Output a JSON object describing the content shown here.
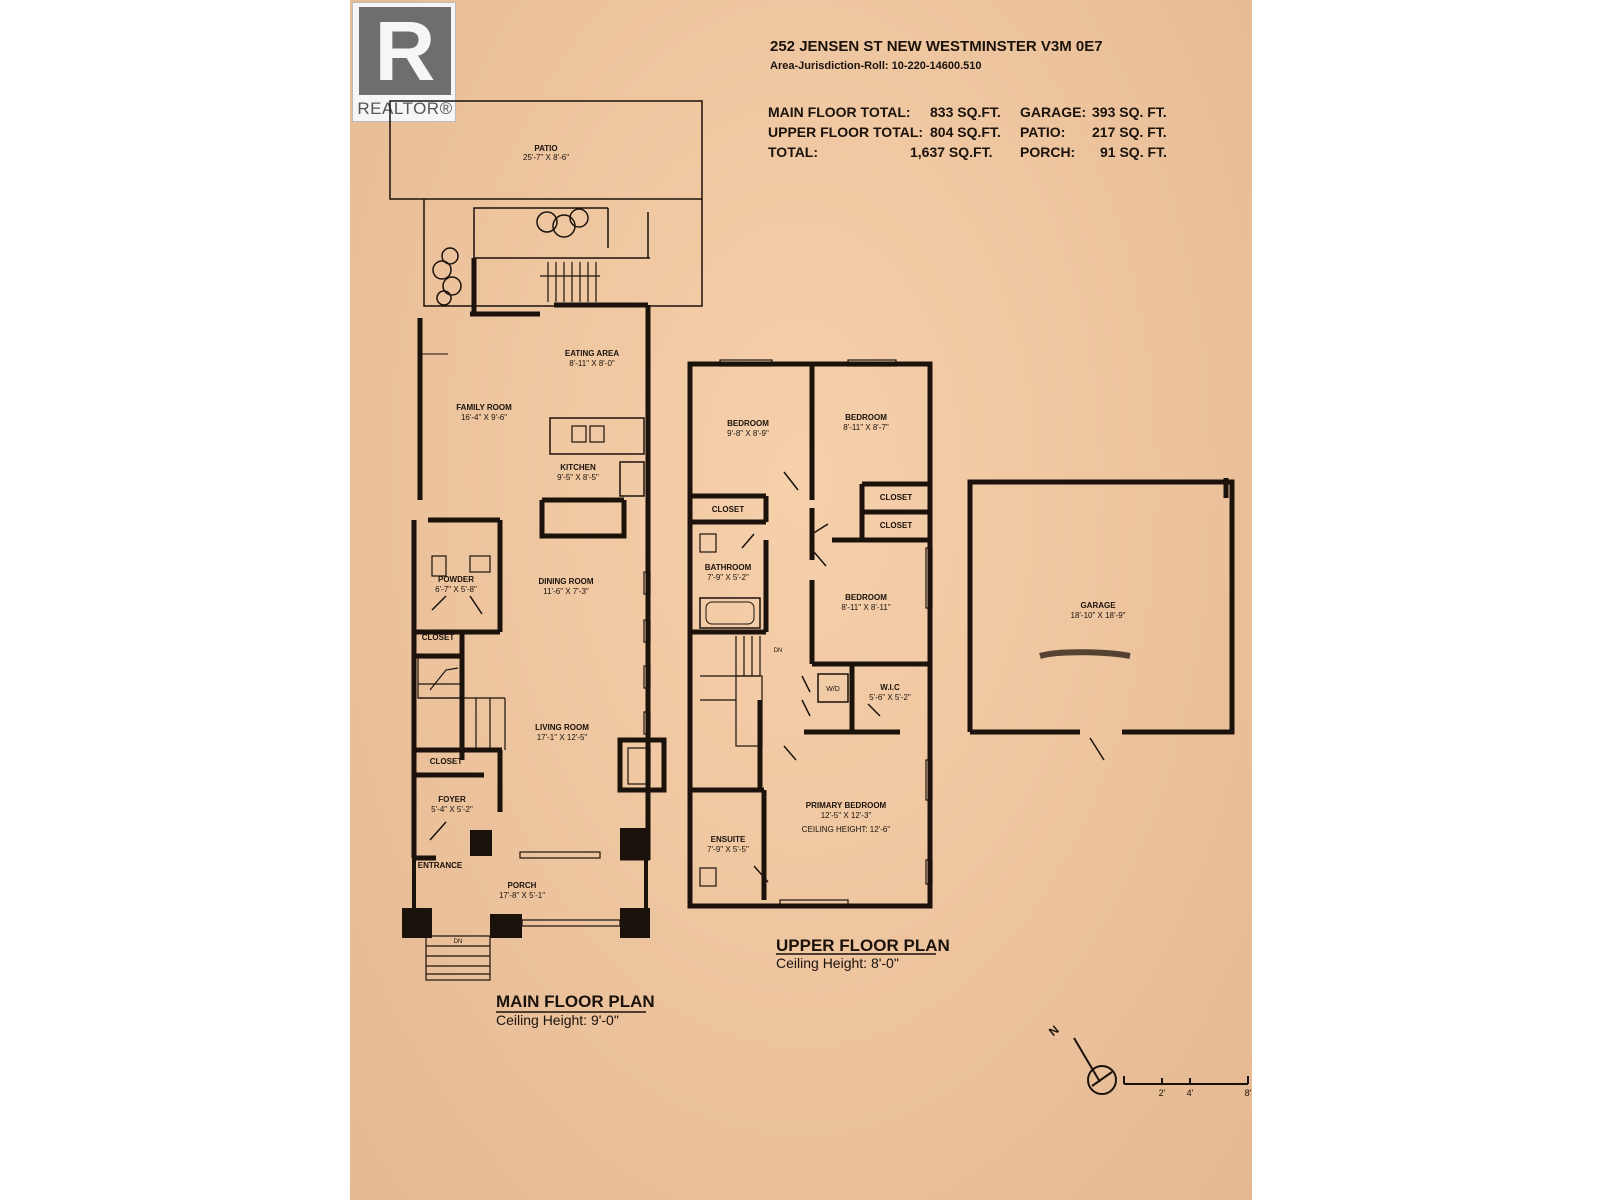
{
  "logo": {
    "mark": "R",
    "text": "REALTOR®"
  },
  "header": {
    "address": "252 JENSEN ST NEW WESTMINSTER V3M 0E7",
    "roll": "Area-Jurisdiction-Roll: 10-220-14600.510",
    "totals": [
      {
        "label": "MAIN FLOOR TOTAL:",
        "value": "833 SQ.FT."
      },
      {
        "label": "UPPER FLOOR TOTAL:",
        "value": "804 SQ.FT."
      },
      {
        "label": "TOTAL:",
        "value": "1,637 SQ.FT."
      }
    ],
    "extras": [
      {
        "label": "GARAGE:",
        "value": "393 SQ. FT."
      },
      {
        "label": "PATIO:",
        "value": "217 SQ. FT."
      },
      {
        "label": "PORCH:",
        "value": "91 SQ. FT."
      }
    ]
  },
  "main_floor": {
    "title": "MAIN FLOOR PLAN",
    "ceiling": "Ceiling Height: 9'-0\"",
    "rooms": {
      "patio": {
        "name": "PATIO",
        "dims": "25'-7\" X 8'-6\""
      },
      "eating": {
        "name": "EATING AREA",
        "dims": "8'-11\" X 8'-0\""
      },
      "family": {
        "name": "FAMILY ROOM",
        "dims": "16'-4\" X 9'-6\""
      },
      "kitchen": {
        "name": "KITCHEN",
        "dims": "9'-5\" X 8'-5\""
      },
      "powder": {
        "name": "POWDER",
        "dims": "6'-7\" X 5'-8\""
      },
      "dining": {
        "name": "DINING ROOM",
        "dims": "11'-6\" X 7'-3\""
      },
      "closet": {
        "name": "CLOSET"
      },
      "living": {
        "name": "LIVING ROOM",
        "dims": "17'-1\" X 12'-5\""
      },
      "closet2": {
        "name": "CLOSET"
      },
      "foyer": {
        "name": "FOYER",
        "dims": "5'-4\" X 5'-2\""
      },
      "entrance": {
        "name": "ENTRANCE"
      },
      "porch": {
        "name": "PORCH",
        "dims": "17'-8\" X 5'-1\""
      },
      "stair_dn": "DN"
    }
  },
  "upper_floor": {
    "title": "UPPER FLOOR PLAN",
    "ceiling": "Ceiling Height: 8'-0\"",
    "rooms": {
      "bedroom1": {
        "name": "BEDROOM",
        "dims": "9'-8\" X 8'-9\""
      },
      "bedroom2": {
        "name": "BEDROOM",
        "dims": "8'-11\" X 8'-7\""
      },
      "closet_a": {
        "name": "CLOSET"
      },
      "closet_b": {
        "name": "CLOSET"
      },
      "closet_c": {
        "name": "CLOSET"
      },
      "bathroom": {
        "name": "BATHROOM",
        "dims": "7'-9\" X 5'-2\""
      },
      "bedroom3": {
        "name": "BEDROOM",
        "dims": "8'-11\" X 8'-11\""
      },
      "wd": "W/D",
      "wic": {
        "name": "W.I.C",
        "dims": "5'-6\" X 5'-2\""
      },
      "primary": {
        "name": "PRIMARY BEDROOM",
        "dims": "12'-5\" X 12'-3\"",
        "ceiling": "CEILING HEIGHT: 12'-6\""
      },
      "ensuite": {
        "name": "ENSUITE",
        "dims": "7'-9\" X 5'-5\""
      },
      "stair_dn": "DN"
    }
  },
  "garage": {
    "name": "GARAGE",
    "dims": "18'-10\" X 18'-9\""
  },
  "compass": {
    "north": "N"
  },
  "scale": {
    "ticks": [
      "2'",
      "4'",
      "8'"
    ]
  },
  "colors": {
    "paper": "#f3c9a2",
    "ink": "#1b120c"
  }
}
